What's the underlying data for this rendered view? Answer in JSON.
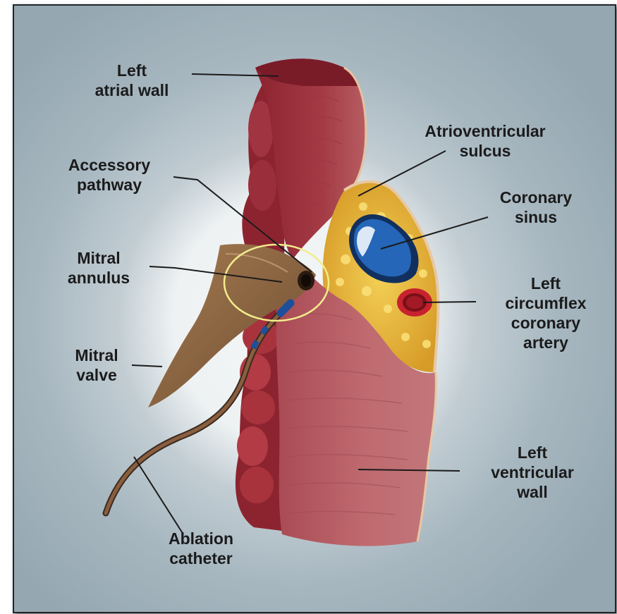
{
  "labels": {
    "left_atrial_wall": [
      "Left",
      "atrial wall"
    ],
    "accessory_pathway": [
      "Accessory",
      "pathway"
    ],
    "mitral_annulus": [
      "Mitral",
      "annulus"
    ],
    "mitral_valve": [
      "Mitral",
      "valve"
    ],
    "ablation_catheter": [
      "Ablation",
      "catheter"
    ],
    "av_sulcus": [
      "Atrioventricular",
      "sulcus"
    ],
    "coronary_sinus": [
      "Coronary",
      "sinus"
    ],
    "circumflex_artery": [
      "Left",
      "circumflex",
      "coronary",
      "artery"
    ],
    "left_ventricular_wall": [
      "Left",
      "ventricular",
      "wall"
    ]
  },
  "colors": {
    "background": "#9fb0ba",
    "halo": "#f4f6f6",
    "myocardium": "#b9636a",
    "myocardium_dark": "#8c2430",
    "fat": "#e7b43a",
    "coronary_sinus": "#2566b8",
    "artery": "#d42a36",
    "valve": "#8a6440",
    "catheter": "#6d4b34",
    "highlight_circle": "#f2ec8c"
  }
}
